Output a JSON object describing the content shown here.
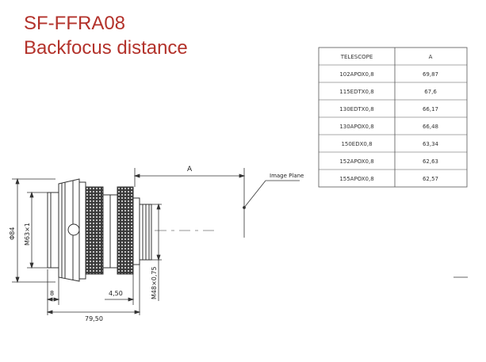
{
  "header": {
    "model": "SF-FFRA08",
    "subtitle": "Backfocus distance"
  },
  "drawing": {
    "label_a": "A",
    "image_plane": "Image Plane",
    "dim_phi84": "Φ84",
    "dim_m63": "M63×1",
    "dim_8": "8",
    "dim_4_50": "4,50",
    "dim_79_50": "79,50",
    "dim_m48": "M48×0,75"
  },
  "table": {
    "headers": [
      "TELESCOPE",
      "A"
    ],
    "rows": [
      [
        "102APOX0,8",
        "69,87"
      ],
      [
        "115EDTX0,8",
        "67,6"
      ],
      [
        "130EDTX0,8",
        "66,17"
      ],
      [
        "130APOX0,8",
        "66,48"
      ],
      [
        "150EDX0,8",
        "63,34"
      ],
      [
        "152APOX0,8",
        "62,63"
      ],
      [
        "155APOX0,8",
        "62,57"
      ]
    ]
  },
  "colors": {
    "title": "#b3322b",
    "line": "#333333"
  }
}
